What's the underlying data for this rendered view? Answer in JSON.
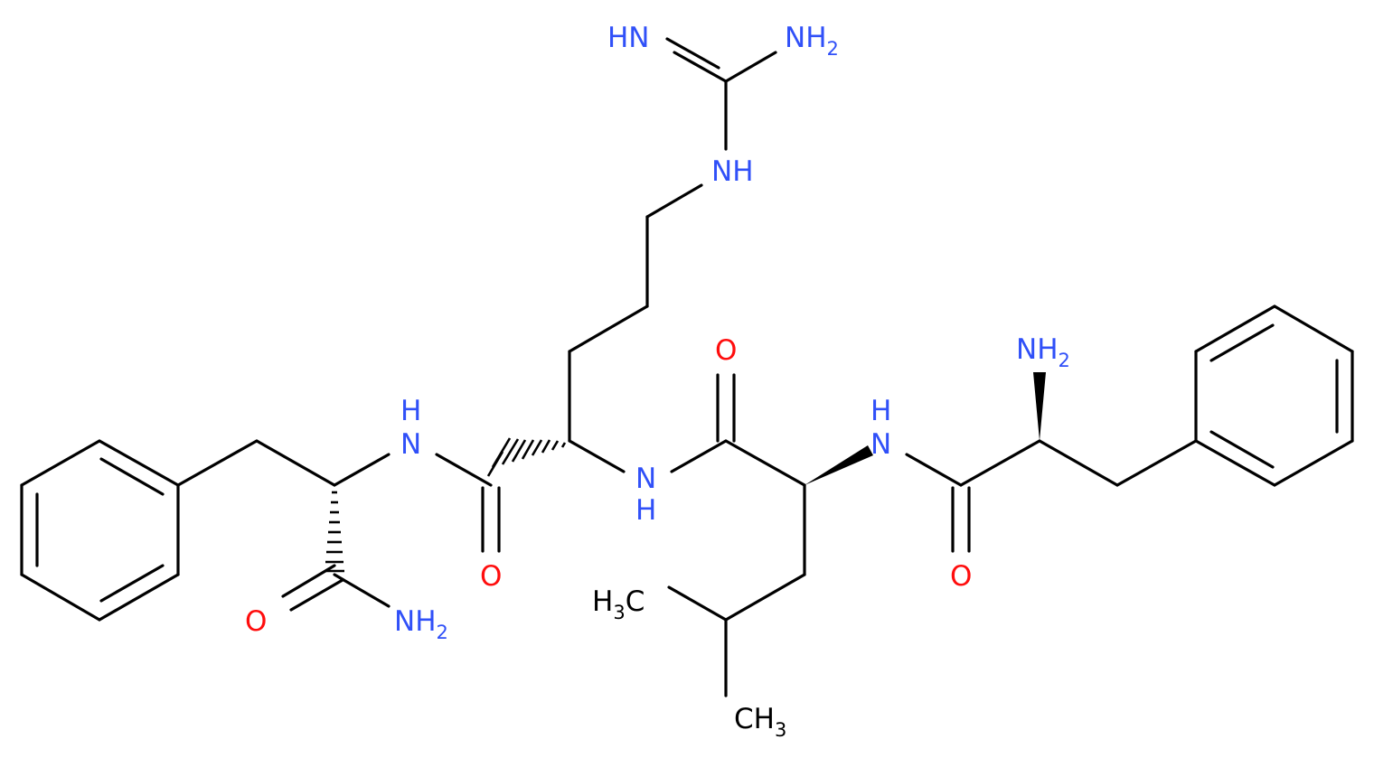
{
  "colors": {
    "bond": "#000000",
    "nitrogen": "#3050F8",
    "oxygen": "#FF0D0D",
    "carbon_label": "#000000",
    "background": "#FFFFFF"
  },
  "labels": {
    "guanidine_imine": "HN",
    "guanidine_amine": {
      "main": "NH",
      "sub": "2"
    },
    "guanidine_nh": "NH",
    "nterm_amine": {
      "main": "NH",
      "sub": "2"
    },
    "phe1_amide_nh": "H",
    "phe1_amide_n": "N",
    "leu_nh": "N",
    "leu_nh_h": "H",
    "leu_carbonyl_o": "O",
    "arg_amide_n": "N",
    "arg_amide_h": "H",
    "arg_carbonyl_o": "O",
    "phe2_nh_h": "H",
    "phe2_nh_n": "N",
    "phe1_carbonyl_o": "O",
    "terminal_amide_o": "O",
    "terminal_amide_n": {
      "main": "NH",
      "sub": "2"
    },
    "leu_methyl_1": {
      "pre": "H",
      "sub": "3",
      "post": "C"
    },
    "leu_methyl_2": {
      "main": "CH",
      "sub": "3"
    }
  }
}
